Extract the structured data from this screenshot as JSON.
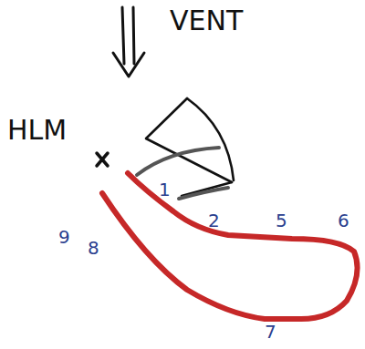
{
  "diagram": {
    "labels": [
      "VENT",
      "HLM",
      "1",
      "9",
      "8",
      "2",
      "5",
      "6",
      "7"
    ]
  }
}
